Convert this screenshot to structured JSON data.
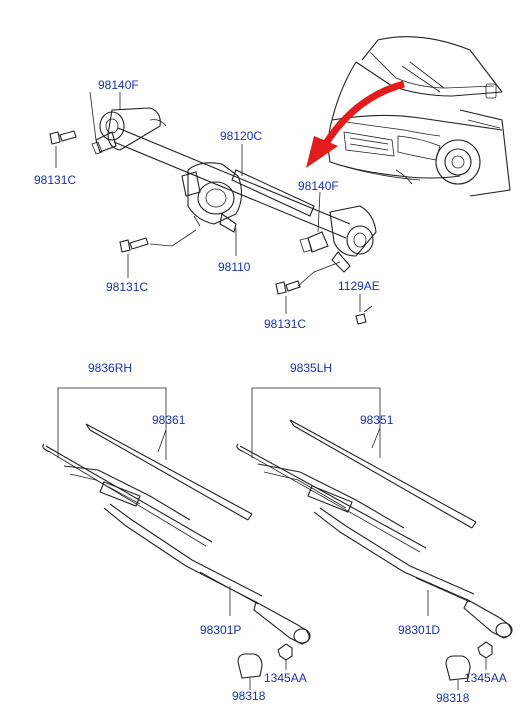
{
  "labels": {
    "wm_98140f_left": "98140F",
    "wm_98131c_left": "98131C",
    "wm_98120c": "98120C",
    "wm_98140f_right": "98140F",
    "wm_98131c_mid": "98131C",
    "wm_98110": "98110",
    "wm_1129ae": "1129AE",
    "wm_98131c_right": "98131C",
    "rh_group": "9836RH",
    "rh_refill": "98361",
    "rh_arm": "98301P",
    "rh_cap": "98318",
    "rh_nut": "1345AA",
    "lh_group": "9835LH",
    "lh_refill": "98351",
    "lh_arm": "98301D",
    "lh_cap": "98318",
    "lh_nut": "1345AA"
  },
  "colors": {
    "label": "#1a33a6",
    "line": "#222222",
    "arrow": "#e31b1b"
  }
}
